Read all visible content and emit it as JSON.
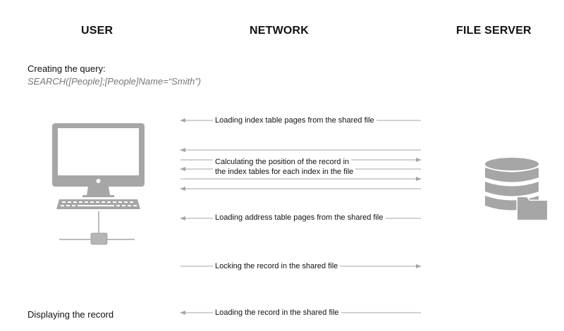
{
  "columns": {
    "user": "USER",
    "network": "NETWORK",
    "file_server": "FILE SERVER"
  },
  "query": {
    "label": "Creating the query:",
    "code": "SEARCH([People];[People]Name=“Smith”)"
  },
  "display": {
    "label": "Displaying the record"
  },
  "messages": [
    "Loading index table pages from the shared file",
    "Calculating the position of the record in",
    "the index tables for each index in the file",
    "Loading address table pages from the shared file",
    "Locking the record in the shared file",
    "Loading the record in the shared file"
  ],
  "icons": {
    "computer": "computer-icon",
    "network": "network-connector-icon",
    "server": "database-folder-icon"
  },
  "colors": {
    "arrow": "#a6a6a6",
    "icon": "#a6a6a6"
  }
}
